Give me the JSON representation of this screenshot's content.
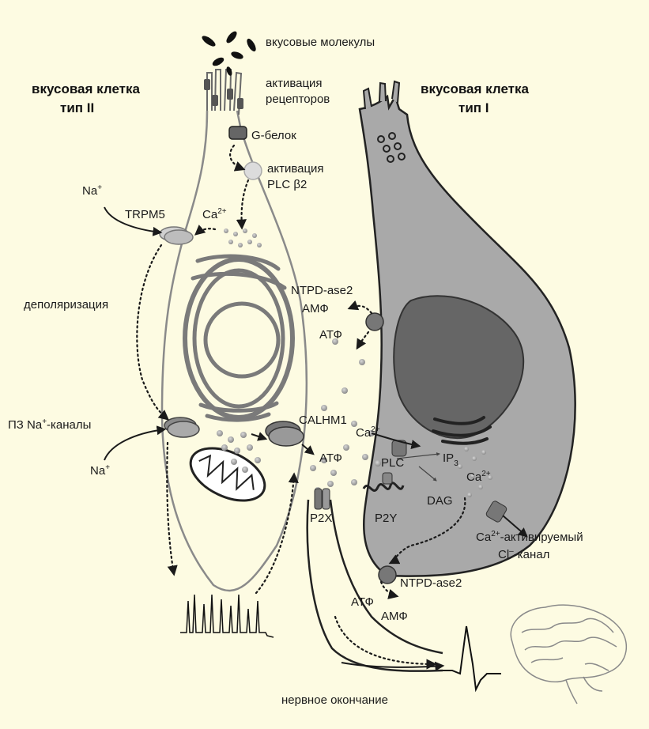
{
  "titles": {
    "cell_type2_line1": "вкусовая клетка",
    "cell_type2_line2": "тип II",
    "cell_type1_line1": "вкусовая клетка",
    "cell_type1_line2": "тип I"
  },
  "labels": {
    "taste_molecules": "вкусовые молекулы",
    "receptor_activation_line1": "активация",
    "receptor_activation_line2": "рецепторов",
    "g_protein": "G-белок",
    "plc_activation_line1": "активация",
    "plc_activation_line2": "PLC β2",
    "na_top": "Na",
    "na_top_sup": "+",
    "trpm5": "TRPM5",
    "ca_top": "Ca",
    "ca_top_sup": "2+",
    "depolarization": "деполяризация",
    "na_channels": "ПЗ Na",
    "na_channels_sup": "+",
    "na_channels_suffix": "-каналы",
    "na_bottom": "Na",
    "na_bottom_sup": "+",
    "ntpdase2_top": "NTPD-ase2",
    "amp_top": "АМФ",
    "atp_top": "АТФ",
    "calhm1": "CALHM1",
    "atp_mid": "АТФ",
    "ca_right": "Ca",
    "ca_right_sup": "2+",
    "plc": "PLC",
    "ip3": "IP",
    "ip3_sub": "3",
    "ca_right2": "Ca",
    "ca_right2_sup": "2+",
    "dag": "DAG",
    "p2x": "P2X",
    "p2y": "P2Y",
    "cl_channel_line1_prefix": "Ca",
    "cl_channel_line1_sup": "2+",
    "cl_channel_line1_suffix": "-активируемый",
    "cl_channel_line2_prefix": "Cl",
    "cl_channel_line2_sup": "–",
    "cl_channel_line2_suffix": "-канал",
    "ntpdase2_bottom": "NTPD-ase2",
    "atp_bottom": "АТФ",
    "amp_bottom": "АМФ",
    "nerve_ending": "нервное окончание"
  },
  "colors": {
    "background": "#fdfbe2",
    "cell_type1_fill": "#a9a9a9",
    "nucleus_fill": "#666666",
    "organelle": "#7a7a7a",
    "outline": "#222222",
    "cell_type2_outline": "#8a8a8a"
  },
  "icons": [
    "brain-icon",
    "action-potential-trace",
    "spike-train-trace",
    "mitochondrion",
    "endoplasmic-reticulum",
    "ion-channel"
  ]
}
